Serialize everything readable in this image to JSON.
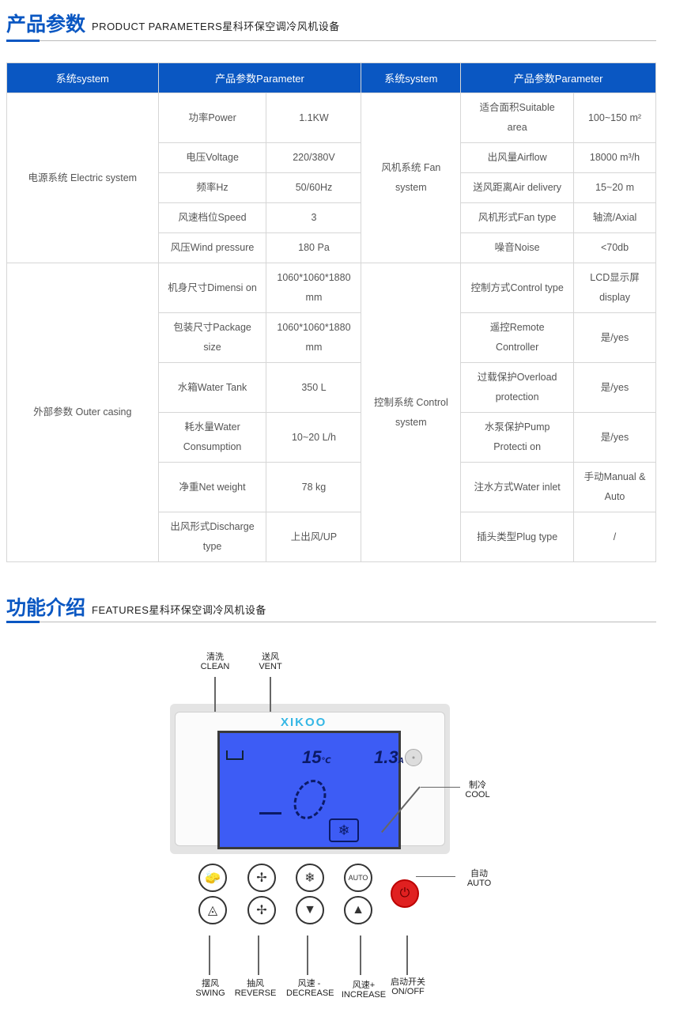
{
  "params_section": {
    "title": "产品参数",
    "subtitle": "PRODUCT PARAMETERS星科环保空调冷风机设备"
  },
  "table": {
    "headers": [
      "系统system",
      "产品参数Parameter",
      "系统system",
      "产品参数Parameter"
    ],
    "groups": [
      {
        "left_system": "电源系统 Electric system",
        "right_system": "风机系统 Fan system",
        "rows": [
          [
            "功率Power",
            "1.1KW",
            "适合面积Suitable area",
            "100~150 m²"
          ],
          [
            "电压Voltage",
            "220/380V",
            "出风量Airflow",
            "18000 m³/h"
          ],
          [
            "频率Hz",
            "50/60Hz",
            "送风距离Air delivery",
            "15~20 m"
          ],
          [
            "风速档位Speed",
            "3",
            "风机形式Fan type",
            "轴流/Axial"
          ],
          [
            "风压Wind pressure",
            "180 Pa",
            "噪音Noise",
            "<70db"
          ]
        ]
      },
      {
        "left_system": "外部参数 Outer casing",
        "right_system": "控制系统 Control system",
        "rows": [
          [
            "机身尺寸Dimensi on",
            "1060*1060*1880 mm",
            "控制方式Control type",
            "LCD显示屏 display"
          ],
          [
            "包装尺寸Package size",
            "1060*1060*1880 mm",
            "遥控Remote Controller",
            "是/yes"
          ],
          [
            "水箱Water Tank",
            "350 L",
            "过载保护Overload protection",
            "是/yes"
          ],
          [
            "耗水量Water Consumption",
            "10~20 L/h",
            "水泵保护Pump Protecti on",
            "是/yes"
          ],
          [
            "净重Net weight",
            "78 kg",
            "注水方式Water inlet",
            "手动Manual & Auto"
          ],
          [
            "出风形式Discharge type",
            "上出风/UP",
            "插头类型Plug type",
            "/"
          ]
        ]
      }
    ]
  },
  "features_section": {
    "title": "功能介绍",
    "subtitle": "FEATURES星科环保空调冷风机设备"
  },
  "panel": {
    "brand": "XIKOO",
    "temp": "15",
    "temp_unit": "℃",
    "current": "1.3",
    "current_unit": "A",
    "auto_btn": "AUTO",
    "labels": {
      "clean_cn": "清洗",
      "clean_en": "CLEAN",
      "vent_cn": "送风",
      "vent_en": "VENT",
      "cool_cn": "制冷",
      "cool_en": "COOL",
      "auto_cn": "自动",
      "auto_en": "AUTO",
      "swing_cn": "摆风",
      "swing_en": "SWING",
      "reverse_cn": "抽风",
      "reverse_en": "REVERSE",
      "dec_cn": "风速 -",
      "dec_en": "DECREASE",
      "inc_cn": "风速+",
      "inc_en": "INCREASE",
      "onoff_cn": "启动开关",
      "onoff_en": "ON/OFF"
    }
  },
  "colors": {
    "accent": "#0a57c2",
    "lcd": "#3d5cf5",
    "power": "#e02020"
  }
}
